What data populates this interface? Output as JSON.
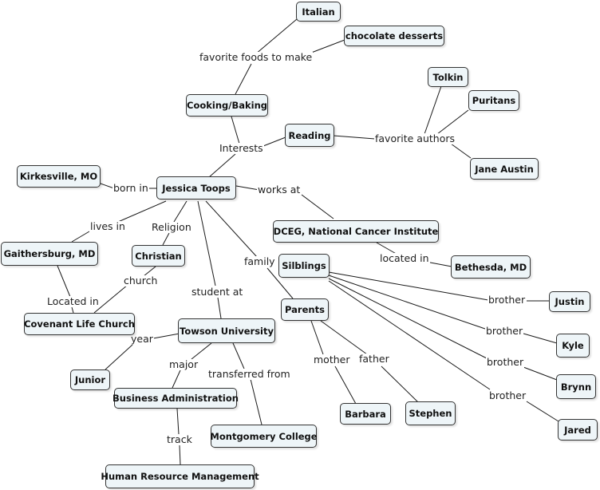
{
  "nodes": {
    "italian": "Italian",
    "chocolate_desserts": "chocolate desserts",
    "tolkin": "Tolkin",
    "puritans": "Puritans",
    "cooking_baking": "Cooking/Baking",
    "reading": "Reading",
    "jane_austin": "Jane Austin",
    "kirkesville": "Kirkesville, MO",
    "jessica_toops": "Jessica Toops",
    "dceg": "DCEG, National Cancer Institute",
    "gaithersburg": "Gaithersburg, MD",
    "christian": "Christian",
    "siblings": "Silblings",
    "bethesda": "Bethesda, MD",
    "justin": "Justin",
    "parents": "Parents",
    "covenant_life": "Covenant Life Church",
    "towson": "Towson University",
    "kyle": "Kyle",
    "junior": "Junior",
    "brynn": "Brynn",
    "business_admin": "Business Administration",
    "barbara": "Barbara",
    "stephen": "Stephen",
    "jared": "Jared",
    "montgomery": "Montgomery College",
    "hrm": "Human Resource Management"
  },
  "edge_labels": {
    "favorite_foods": "favorite foods to make",
    "favorite_authors": "favorite authors",
    "interests": "Interests",
    "born_in": "born in",
    "works_at": "works at",
    "lives_in": "lives in",
    "religion": "Religion",
    "family": "family",
    "located_in_bethesda": "located in",
    "church": "church",
    "located_in_gaithersburg": "Located in",
    "student_at": "student at",
    "brother_justin": "brother",
    "brother_kyle": "brother",
    "brother_brynn": "brother",
    "brother_jared": "brother",
    "year": "year",
    "major": "major",
    "transferred_from": "transferred from",
    "mother": "mother",
    "father": "father",
    "track": "track"
  },
  "colors": {
    "node_fill": "#eef5f8",
    "node_border": "#333333",
    "line": "#1a1a1a"
  }
}
